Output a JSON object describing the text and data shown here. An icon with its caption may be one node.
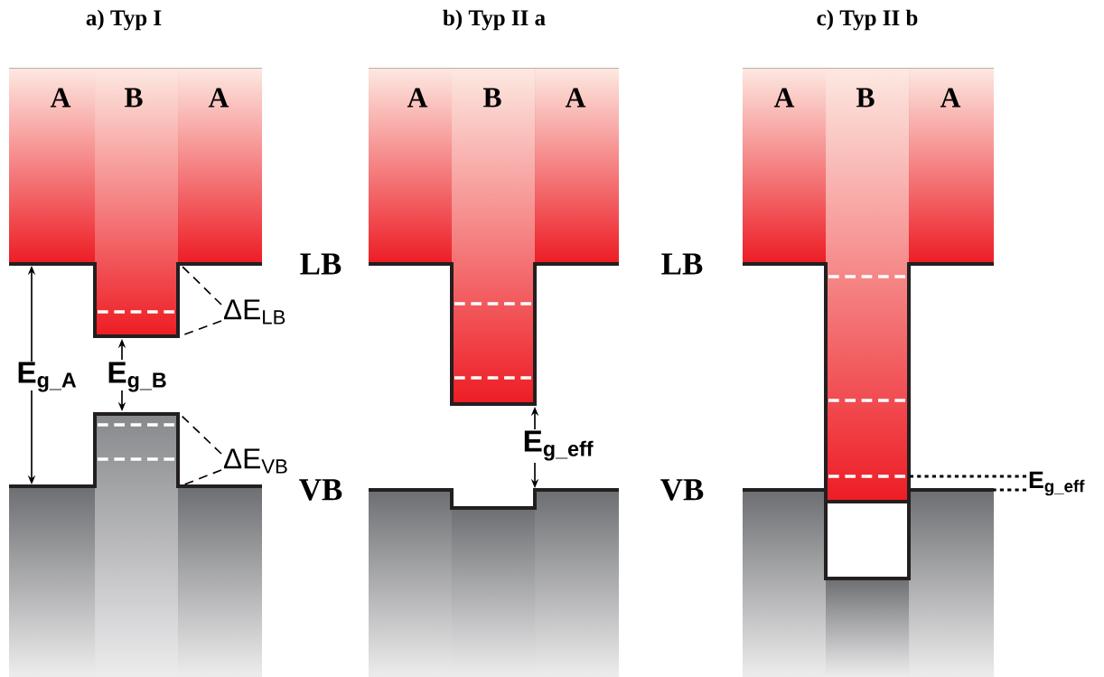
{
  "diagram": {
    "nodes": [
      {
        "text": [
          "ΔE$_{LB}$"
        ]
      },
      {
        "text": [
          "ΔE$_{VB}$"
        ]
      },
      {
        "text": [
          "E$_{g_eff}$"
        ]
      }
    ],
    "edges": [
      {
        "from": 0,
        "to": null,
        "arrow": "none",
        "style": "dashed"
      },
      {
        "from": 0,
        "to": null,
        "arrow": "none",
        "style": "dashed"
      },
      {
        "from": 1,
        "to": null,
        "arrow": "none",
        "style": "dashed"
      },
      {
        "from": 1,
        "to": null,
        "arrow": "none",
        "style": "dashed"
      },
      {
        "from": 2,
        "to": null,
        "arrow": "none",
        "style": "dashed"
      },
      {
        "from": 2,
        "to": null,
        "arrow": "none",
        "style": "dashed"
      }
    ],
    "labels": [
      "a) Typ I",
      "b) Typ II a",
      "c) Typ II b",
      "A",
      "B",
      "A",
      "A",
      "B",
      "A",
      "A",
      "B",
      "A",
      "LB",
      "LB",
      "E$_{g_A}$",
      "E$_{g_B}$",
      "E$_{g_eff}$",
      "VB",
      "VB"
    ]
  }
}
